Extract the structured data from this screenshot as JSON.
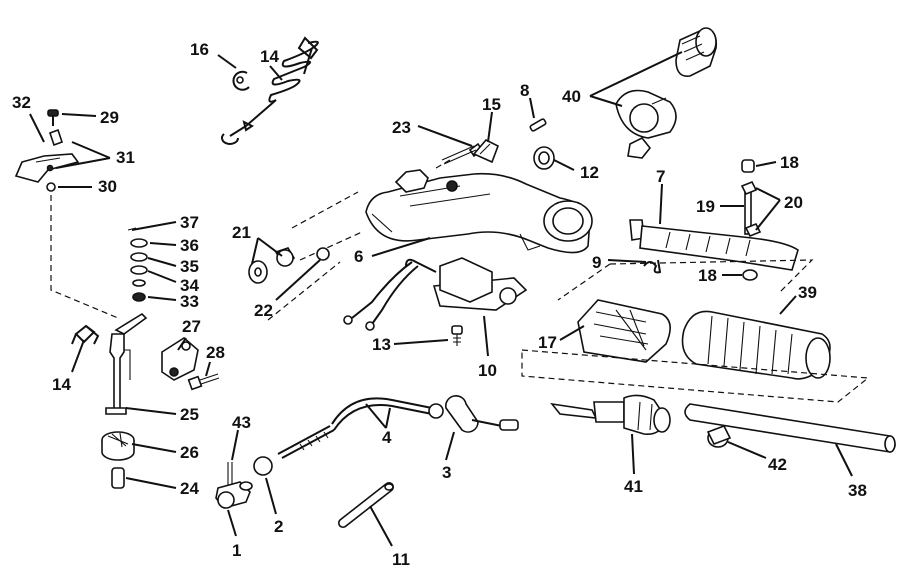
{
  "callouts": [
    {
      "num": "1"
    },
    {
      "num": "2"
    },
    {
      "num": "3"
    },
    {
      "num": "4"
    },
    {
      "num": "6"
    },
    {
      "num": "7"
    },
    {
      "num": "8"
    },
    {
      "num": "9"
    },
    {
      "num": "10"
    },
    {
      "num": "11"
    },
    {
      "num": "12"
    },
    {
      "num": "13"
    },
    {
      "num": "14"
    },
    {
      "num": "14"
    },
    {
      "num": "15"
    },
    {
      "num": "16"
    },
    {
      "num": "17"
    },
    {
      "num": "18"
    },
    {
      "num": "18"
    },
    {
      "num": "19"
    },
    {
      "num": "20"
    },
    {
      "num": "21"
    },
    {
      "num": "22"
    },
    {
      "num": "23"
    },
    {
      "num": "24"
    },
    {
      "num": "25"
    },
    {
      "num": "26"
    },
    {
      "num": "27"
    },
    {
      "num": "28"
    },
    {
      "num": "29"
    },
    {
      "num": "30"
    },
    {
      "num": "31"
    },
    {
      "num": "32"
    },
    {
      "num": "33"
    },
    {
      "num": "34"
    },
    {
      "num": "35"
    },
    {
      "num": "36"
    },
    {
      "num": "37"
    },
    {
      "num": "38"
    },
    {
      "num": "39"
    },
    {
      "num": "40"
    },
    {
      "num": "41"
    },
    {
      "num": "42"
    },
    {
      "num": "43"
    }
  ]
}
